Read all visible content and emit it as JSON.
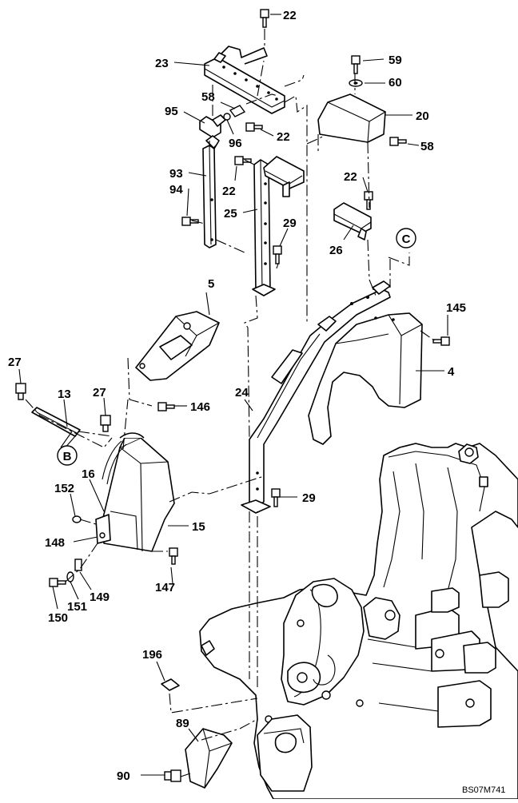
{
  "labels": {
    "p22a": "22",
    "p23": "23",
    "p59": "59",
    "p60": "60",
    "p58a": "58",
    "p95": "95",
    "p20": "20",
    "p96": "96",
    "p22b": "22",
    "p58b": "58",
    "p93": "93",
    "p22c": "22",
    "p22d": "22",
    "p94": "94",
    "p25": "25",
    "p29a": "29",
    "p26": "26",
    "p5": "5",
    "p145": "145",
    "p4": "4",
    "p27a": "27",
    "p13": "13",
    "p27b": "27",
    "p24": "24",
    "p146": "146",
    "p16": "16",
    "p152": "152",
    "p29b": "29",
    "p15": "15",
    "p148": "148",
    "p147": "147",
    "p149": "149",
    "p151": "151",
    "p150": "150",
    "p196": "196",
    "p89": "89",
    "p90": "90"
  },
  "callouts": {
    "b": "B",
    "c": "C"
  },
  "drawing_code": "BS07M741"
}
